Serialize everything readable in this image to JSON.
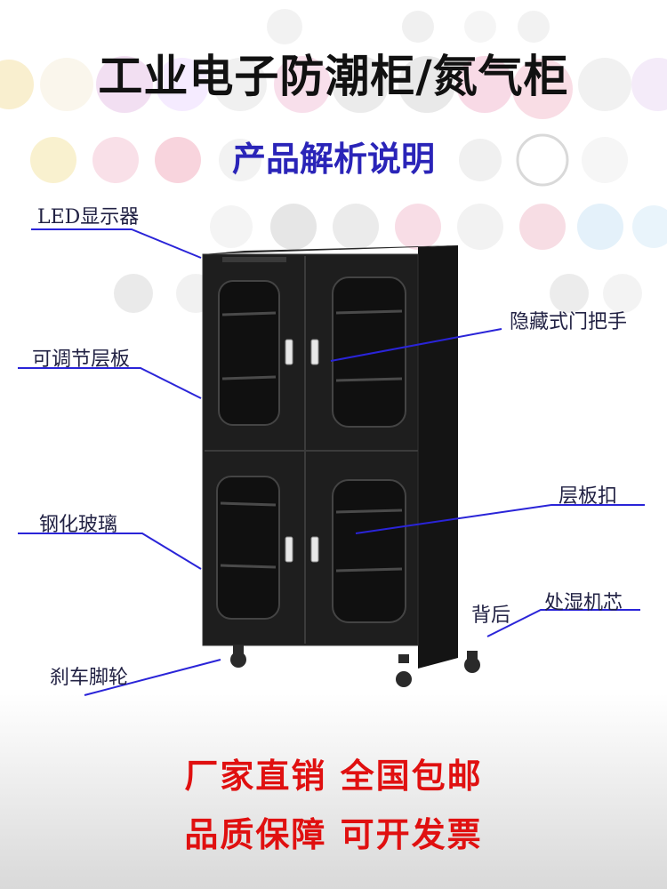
{
  "header": {
    "title": "工业电子防潮柜/氮气柜",
    "subtitle": "产品解析说明"
  },
  "callouts": {
    "led": "LED显示器",
    "shelf": "可调节层板",
    "glass": "钢化玻璃",
    "wheel": "刹车脚轮",
    "handle": "隐藏式门把手",
    "clip": "层板扣",
    "dehumid": "处湿机芯",
    "back": "背后"
  },
  "promo": {
    "line1": "厂家直销  全国包邮",
    "line2": "品质保障  可开发票"
  },
  "colors": {
    "title": "#111111",
    "subtitle": "#2a24b8",
    "promo": "#e01010",
    "pointer": "#2a24d8",
    "cabinet": "#1c1c1c"
  }
}
